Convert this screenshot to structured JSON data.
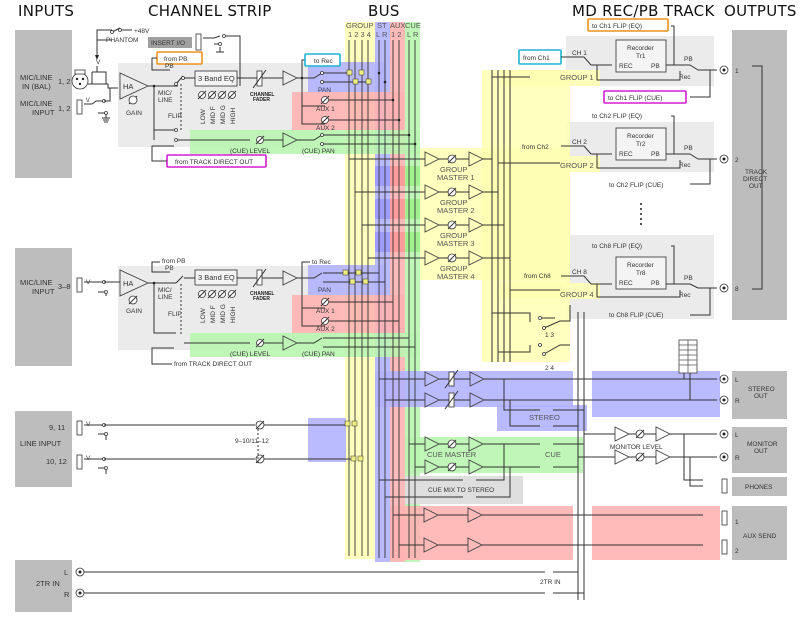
{
  "headers": {
    "inputs": "INPUTS",
    "channel_strip": "CHANNEL STRIP",
    "bus": "BUS",
    "md_track": "MD REC/PB TRACK",
    "outputs": "OUTPUTS"
  },
  "colors": {
    "group_bus": "#ffffb3",
    "stereo_bus": "#b3b3ff",
    "aux_bus": "#ffb3b3",
    "cue_bus": "#b9f5b0",
    "io_block": "#bdbdbd",
    "callout_orange": "#f0901e",
    "callout_cyan": "#1eb4d2",
    "callout_magenta": "#d21ed2"
  },
  "bus_header": {
    "group": "GROUP",
    "group_nums": "1 2 3 4",
    "st": "ST",
    "st_lr": "L R",
    "aux": "AUX",
    "aux_nums": "1 2",
    "cue": "CUE",
    "cue_lr": "L R"
  },
  "inputs": {
    "mic_line_bal": "MIC/LINE",
    "mic_line_bal2": "IN (BAL)",
    "mic_line_bal_ch": "1, 2",
    "mic_line_input": "MIC/LINE",
    "mic_line_input2": "INPUT",
    "mic_line_input_ch": "1, 2",
    "mic_line_input_3_8": "MIC/LINE",
    "mic_line_input_3_8b": "INPUT",
    "mic_line_input_3_8_ch": "3–8",
    "line_input": "LINE INPUT",
    "line_input_ch_a": "9, 11",
    "line_input_ch_b": "10, 12",
    "twotr_in": "2TR IN",
    "twotr_l": "L",
    "twotr_r": "R"
  },
  "channel_strip": {
    "phantom": "PHANTOM",
    "plus48v": "+48V",
    "insert_io": "INSERT I/O",
    "from_pb": "from PB",
    "pb": "PB",
    "ha": "HA",
    "gain": "GAIN",
    "mic_line": "MIC/",
    "mic_line2": "LINE",
    "flip": "FLIP",
    "eq": "3 Band EQ",
    "eq_bands": [
      "LOW",
      "MID F",
      "MID G",
      "HIGH"
    ],
    "channel_fader": "CHANNEL",
    "channel_fader2": "FADER",
    "to_rec": "to Rec",
    "pan": "PAN",
    "aux1": "AUX 1",
    "aux2": "AUX 2",
    "cue_level": "(CUE) LEVEL",
    "cue_pan": "(CUE) PAN",
    "from_track_direct_out": "from TRACK DIRECT OUT",
    "line_link": "9–10/11–12"
  },
  "group_masters": [
    "GROUP",
    "MASTER 1",
    "MASTER 2",
    "MASTER 3",
    "MASTER 4"
  ],
  "md_track": {
    "tracks": [
      {
        "from": "from Ch1",
        "ch": "CH 1",
        "rec": "Recorder",
        "tr": "Tr1",
        "group": "GROUP 1",
        "flip_eq": "to Ch1 FLIP (EQ)",
        "flip_cue": "to Ch1 FLIP (CUE)",
        "out": "1"
      },
      {
        "from": "from Ch2",
        "ch": "CH 2",
        "rec": "Recorder",
        "tr": "Tr2",
        "group": "GROUP 2",
        "flip_eq": "to Ch2 FLIP (EQ)",
        "flip_cue": "to Ch2 FLIP (CUE)",
        "out": "2"
      },
      {
        "from": "from Ch8",
        "ch": "CH 8",
        "rec": "Recorder",
        "tr": "Tr8",
        "group": "GROUP 4",
        "flip_eq": "to Ch8 FLIP (EQ)",
        "flip_cue": "to Ch8 FLIP (CUE)",
        "out": "8"
      }
    ],
    "rec_label": "REC",
    "pb_label": "PB",
    "pb_sw": "PB",
    "rec_sw": "Rec",
    "sel_13": "1 3",
    "sel_24": "2 4"
  },
  "master": {
    "stereo": "STEREO",
    "cue_master": "CUE MASTER",
    "cue": "CUE",
    "cue_mix_to_stereo": "CUE MIX TO STEREO",
    "monitor_level": "MONITOR LEVEL",
    "twotr_in": "2TR IN"
  },
  "outputs": {
    "track_direct_out": [
      "TRACK",
      "DIRECT",
      "OUT"
    ],
    "stereo_out": [
      "STEREO",
      "OUT"
    ],
    "monitor_out": [
      "MONITOR",
      "OUT"
    ],
    "phones": "PHONES",
    "aux_send": "AUX SEND",
    "l": "L",
    "r": "R",
    "one": "1",
    "two": "2"
  }
}
